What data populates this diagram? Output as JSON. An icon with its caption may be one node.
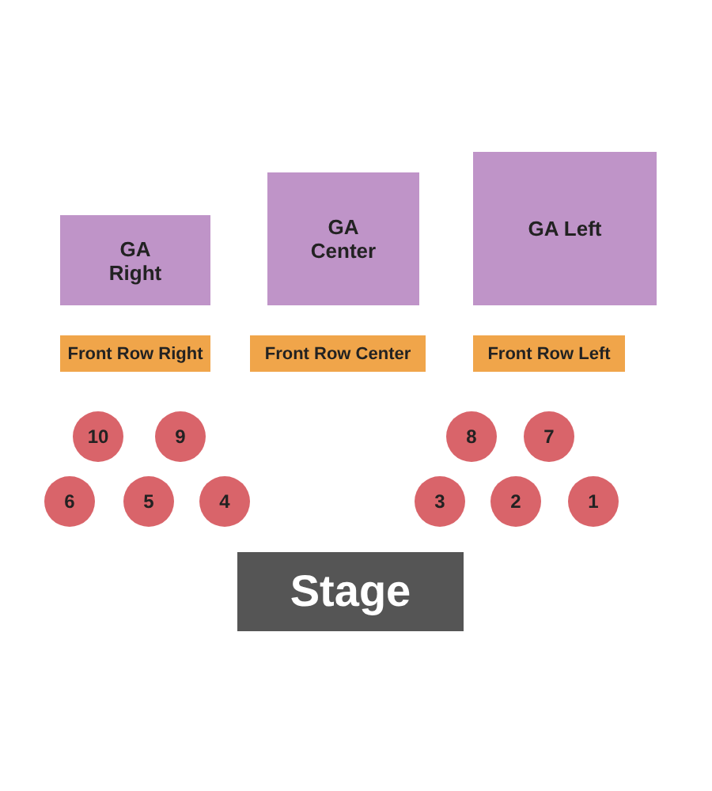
{
  "diagram": {
    "nodes": [
      {
        "text": [
          "GA Right"
        ]
      },
      {
        "text": [
          "GA Center"
        ]
      },
      {
        "text": [
          "GA Left"
        ]
      },
      {
        "text": [
          "Front Row Right"
        ]
      },
      {
        "text": [
          "Front Row Center"
        ]
      },
      {
        "text": [
          "Front Row Left"
        ]
      },
      {
        "text": [
          "10"
        ]
      },
      {
        "text": [
          "9"
        ]
      },
      {
        "text": [
          "8"
        ]
      },
      {
        "text": [
          "7"
        ]
      },
      {
        "text": [
          "6"
        ]
      },
      {
        "text": [
          "5"
        ]
      },
      {
        "text": [
          "4"
        ]
      },
      {
        "text": [
          "3"
        ]
      },
      {
        "text": [
          "2"
        ]
      },
      {
        "text": [
          "1"
        ]
      },
      {
        "text": [
          "Stage"
        ]
      }
    ],
    "edges": []
  }
}
